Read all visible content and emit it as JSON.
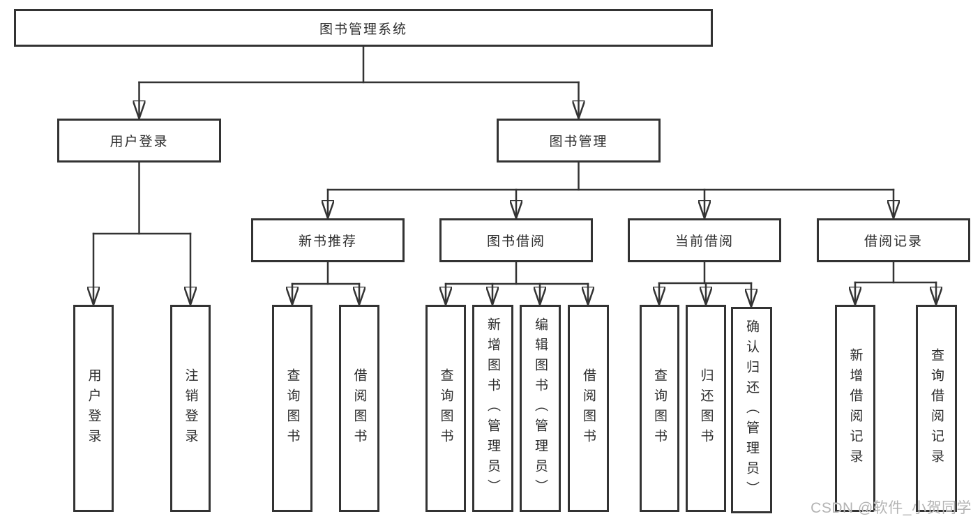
{
  "root": {
    "label": "图书管理系统"
  },
  "branches": {
    "user_login": {
      "label": "用户登录"
    },
    "book_management": {
      "label": "图书管理"
    }
  },
  "sections": {
    "new_book_recommendation": {
      "label": "新书推荐"
    },
    "book_borrowing": {
      "label": "图书借阅"
    },
    "current_borrowing": {
      "label": "当前借阅"
    },
    "borrowing_records": {
      "label": "借阅记录"
    }
  },
  "leaves": {
    "user_login": {
      "label": "用户登录"
    },
    "logout_login": {
      "label": "注销登录"
    },
    "recommend_query_book": {
      "label": "查询图书"
    },
    "recommend_borrow_book": {
      "label": "借阅图书"
    },
    "borrowing_query_book": {
      "label": "查询图书"
    },
    "borrowing_add_book_admin": {
      "label": "新增图书（管理员）"
    },
    "borrowing_edit_book_admin": {
      "label": "编辑图书（管理员）"
    },
    "borrowing_borrow_book": {
      "label": "借阅图书"
    },
    "current_query_book": {
      "label": "查询图书"
    },
    "current_return_book": {
      "label": "归还图书"
    },
    "current_confirm_return_admin": {
      "label": "确认归还（管理员）"
    },
    "records_add_record": {
      "label": "新增借阅记录"
    },
    "records_query_record": {
      "label": "查询借阅记录"
    }
  },
  "watermark": {
    "text": "CSDN @软件_小贺同学"
  },
  "colors": {
    "line": "#333333",
    "text": "#2d2d2d",
    "background": "#ffffff",
    "watermark": "#b3b3b3"
  }
}
